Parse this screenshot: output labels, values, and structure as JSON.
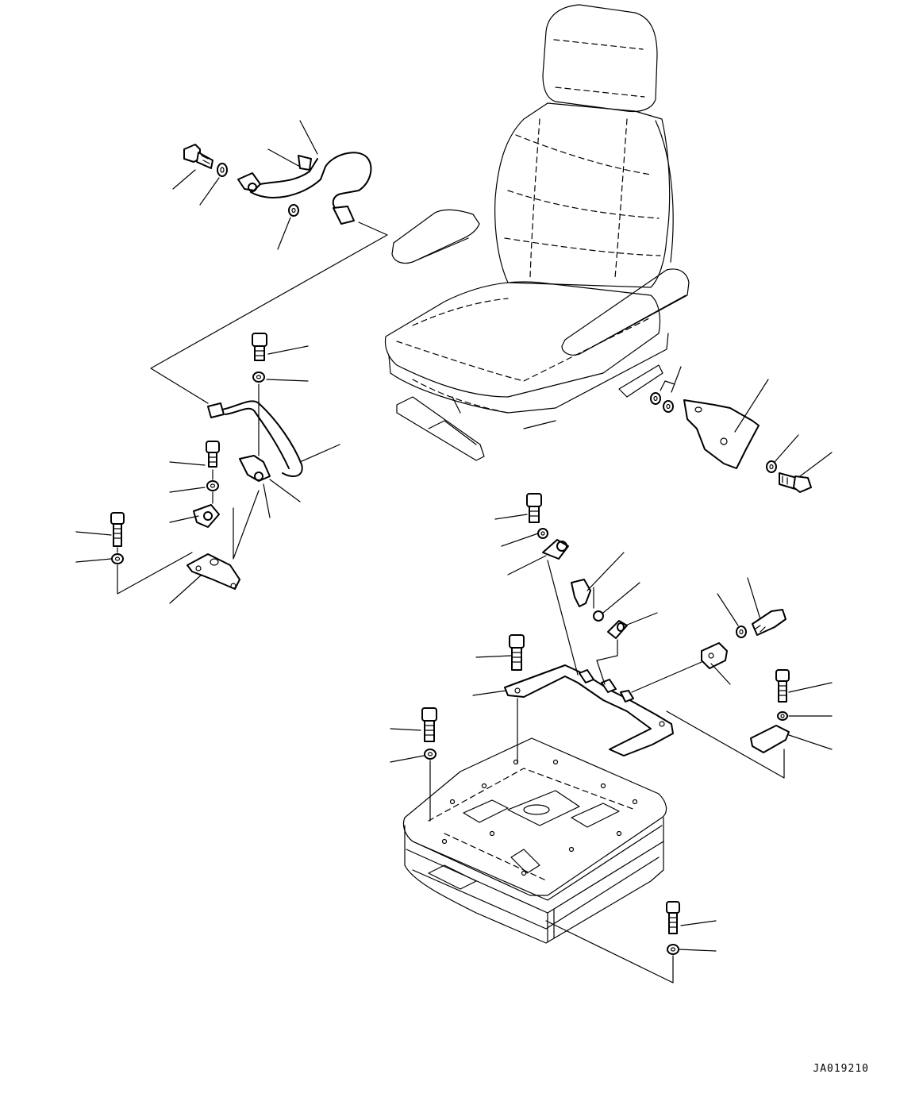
{
  "drawing_code": "JA019210",
  "colors": {
    "line": "#000000",
    "background": "#ffffff"
  },
  "parts": [
    "seat-assembly",
    "seat-suspension",
    "mounting-bracket",
    "harness-upper",
    "harness-lower",
    "sensor-bracket",
    "switch-cover",
    "clamp",
    "bolts",
    "washers"
  ]
}
